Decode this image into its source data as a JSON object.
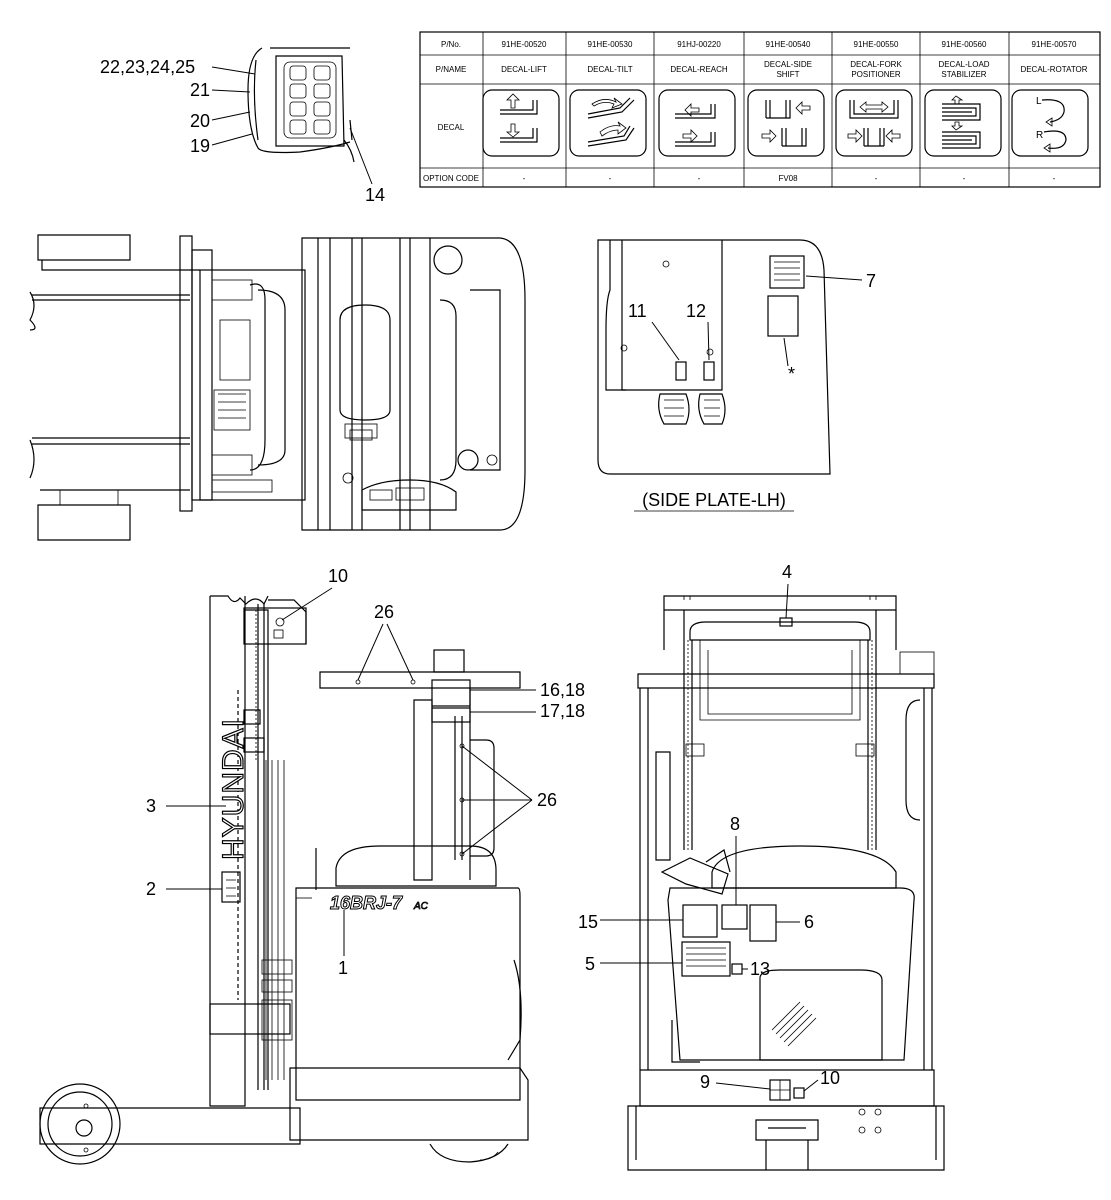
{
  "decal_table": {
    "row_labels": {
      "pno": "P/No.",
      "pname": "P/NAME",
      "decal": "DECAL",
      "option": "OPTION CODE"
    },
    "columns": [
      {
        "pno": "91HE-00520",
        "pname": [
          "DECAL-LIFT"
        ],
        "option": "-",
        "icon": "lift-decal-icon"
      },
      {
        "pno": "91HE-00530",
        "pname": [
          "DECAL-TILT"
        ],
        "option": "-",
        "icon": "tilt-decal-icon"
      },
      {
        "pno": "91HJ-00220",
        "pname": [
          "DECAL-REACH"
        ],
        "option": "-",
        "icon": "reach-decal-icon"
      },
      {
        "pno": "91HE-00540",
        "pname": [
          "DECAL-SIDE",
          "SHIFT"
        ],
        "option": "FV08",
        "icon": "side-shift-decal-icon"
      },
      {
        "pno": "91HE-00550",
        "pname": [
          "DECAL-FORK",
          "POSITIONER"
        ],
        "option": "-",
        "icon": "fork-positioner-decal-icon"
      },
      {
        "pno": "91HE-00560",
        "pname": [
          "DECAL-LOAD",
          "STABILIZER"
        ],
        "option": "-",
        "icon": "load-stabilizer-decal-icon"
      },
      {
        "pno": "91HE-00570",
        "pname": [
          "DECAL-ROTATOR"
        ],
        "option": "-",
        "icon": "rotator-decal-icon"
      }
    ]
  },
  "control_panel_callouts": [
    "22,23,24,25",
    "21",
    "20",
    "19",
    "14"
  ],
  "side_plate": {
    "callouts": [
      "7",
      "11",
      "12",
      "*"
    ],
    "caption": "(SIDE PLATE-LH)"
  },
  "side_view": {
    "brand": "HYUNDAI",
    "model": "16BRJ-7",
    "model_suffix": "AC",
    "callouts": [
      "10",
      "26",
      "16,18",
      "17,18",
      "26",
      "3",
      "2",
      "1"
    ]
  },
  "rear_view": {
    "callouts": [
      "4",
      "8",
      "15",
      "6",
      "5",
      "13",
      "9",
      "10"
    ]
  },
  "colors": {
    "line": "#000000",
    "background": "#ffffff",
    "hatch": "#555555"
  }
}
